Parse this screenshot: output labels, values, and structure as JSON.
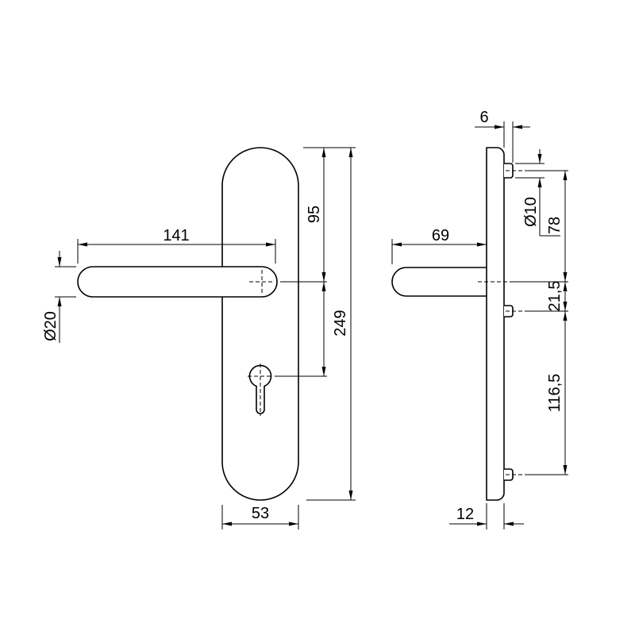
{
  "colors": {
    "line": "#000000",
    "background": "#ffffff"
  },
  "front_view": {
    "lever_length": "141",
    "lever_diameter": "Ø20",
    "plate_top_to_axis": "95",
    "plate_height": "249",
    "plate_width": "53"
  },
  "side_view": {
    "bushing_length": "6",
    "bushing_diameter": "Ø10",
    "top_screw_to_axis": "78",
    "axis_to_middle_screw": "21,5",
    "screw_spacing": "116,5",
    "plate_thickness": "12",
    "lever_projection": "69"
  }
}
